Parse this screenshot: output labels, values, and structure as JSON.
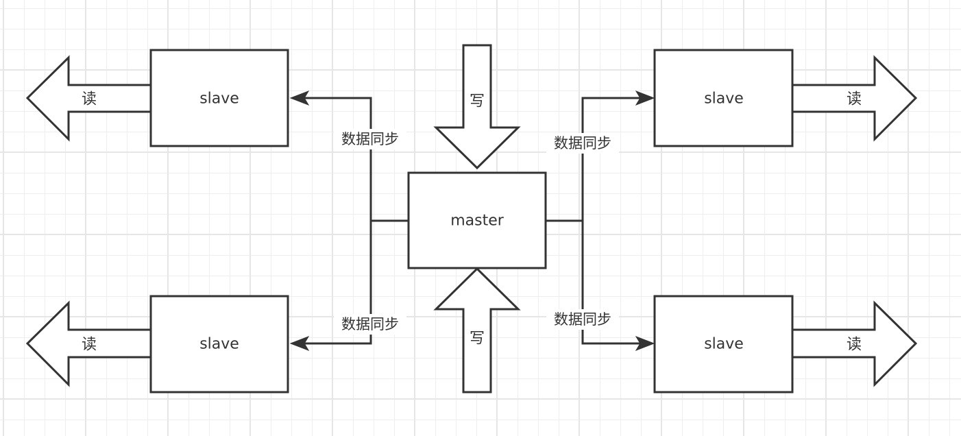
{
  "diagram": {
    "title": "master-slave read/write separation",
    "colors": {
      "stroke": "#333333",
      "fill": "#ffffff",
      "text": "#333333",
      "grid_minor": "#eeeeee",
      "grid_major": "#e6e6e6"
    },
    "nodes": {
      "master": {
        "label": "master"
      },
      "slave_top_left": {
        "label": "slave"
      },
      "slave_bottom_left": {
        "label": "slave"
      },
      "slave_top_right": {
        "label": "slave"
      },
      "slave_bottom_right": {
        "label": "slave"
      }
    },
    "block_arrows": {
      "write_top": {
        "label": "写",
        "direction": "down",
        "meaning": "write"
      },
      "write_bottom": {
        "label": "写",
        "direction": "up",
        "meaning": "write"
      },
      "read_top_left": {
        "label": "读",
        "direction": "left",
        "meaning": "read"
      },
      "read_bottom_left": {
        "label": "读",
        "direction": "left",
        "meaning": "read"
      },
      "read_top_right": {
        "label": "读",
        "direction": "right",
        "meaning": "read"
      },
      "read_bottom_right": {
        "label": "读",
        "direction": "right",
        "meaning": "read"
      }
    },
    "edges": {
      "sync_top_left": {
        "label": "数据同步",
        "from": "master",
        "to": "slave_top_left"
      },
      "sync_bottom_left": {
        "label": "数据同步",
        "from": "master",
        "to": "slave_bottom_left"
      },
      "sync_top_right": {
        "label": "数据同步",
        "from": "master",
        "to": "slave_top_right"
      },
      "sync_bottom_right": {
        "label": "数据同步",
        "from": "master",
        "to": "slave_bottom_right"
      }
    }
  }
}
